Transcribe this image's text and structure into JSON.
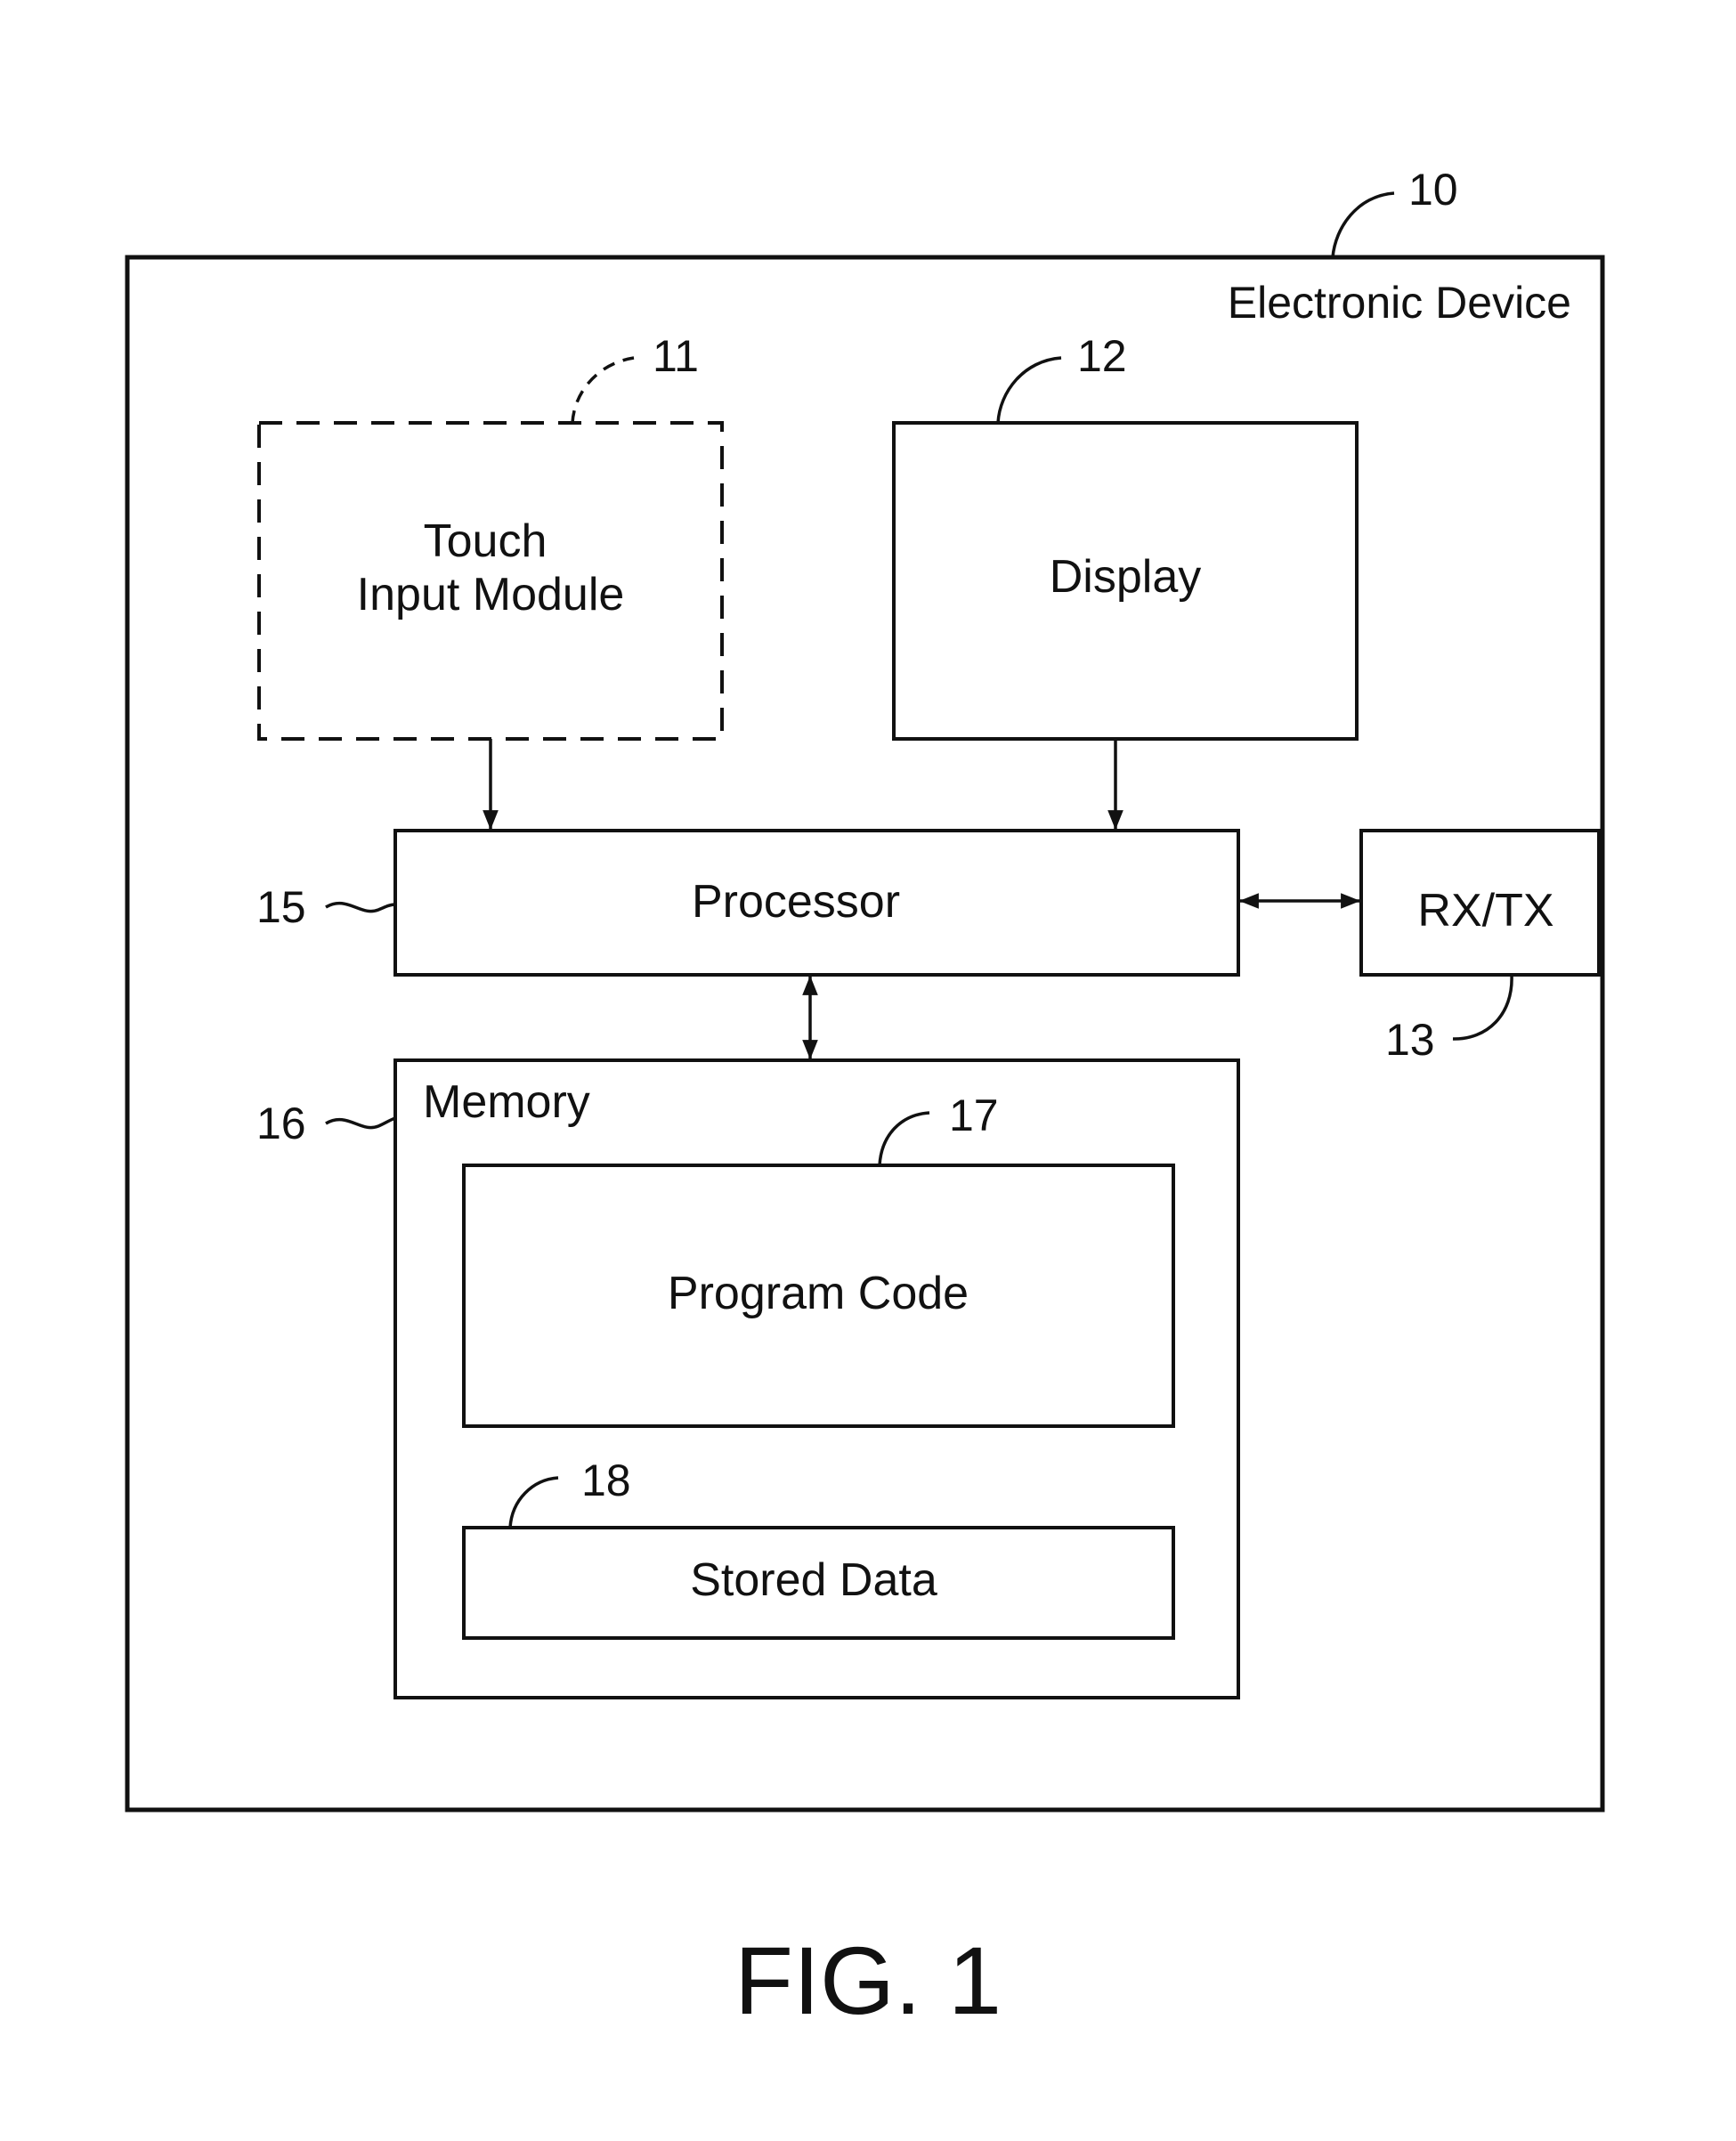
{
  "diagram": {
    "device": {
      "label": "Electronic Device",
      "ref": "10"
    },
    "touch_input": {
      "label_line1": "Touch",
      "label_line2": "Input Module",
      "ref": "11"
    },
    "display": {
      "label": "Display",
      "ref": "12"
    },
    "rxtx": {
      "label": "RX/TX",
      "ref": "13"
    },
    "processor": {
      "label": "Processor",
      "ref": "15"
    },
    "memory": {
      "label": "Memory",
      "ref": "16"
    },
    "program_code": {
      "label": "Program Code",
      "ref": "17"
    },
    "stored_data": {
      "label": "Stored Data",
      "ref": "18"
    },
    "figure_caption": "FIG. 1"
  }
}
